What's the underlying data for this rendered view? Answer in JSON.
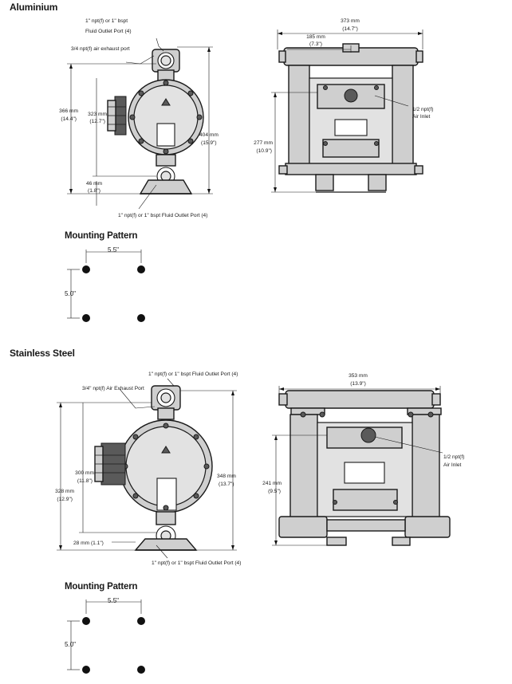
{
  "sections": {
    "aluminium": {
      "title": "Aluminium",
      "side": {
        "outlet_top": [
          "1\" npt(f) or 1\" bspt",
          "Fluid Outlet Port (4)"
        ],
        "exhaust": "3/4 npt(f) air exhaust port",
        "dim_overall": [
          "366 mm",
          "(14.4\")"
        ],
        "dim_center": [
          "323 mm",
          "(12.7\")"
        ],
        "dim_right": [
          "404 mm",
          "(15.9\")"
        ],
        "dim_base": [
          "46 mm",
          "(1.8\")"
        ],
        "outlet_bottom": "1\" npt(f) or 1\" bspt Fluid Outlet Port (4)"
      },
      "front": {
        "dim_width": [
          "373 mm",
          "(14.7\")"
        ],
        "dim_half": [
          "185 mm",
          "(7.3\")"
        ],
        "dim_height": [
          "277 mm",
          "(10.9\")"
        ],
        "air_inlet": [
          "1/2 npt(f)",
          "Air Inlet"
        ]
      },
      "mounting": {
        "title": "Mounting Pattern",
        "horizontal": "5.5\"",
        "vertical": "5.0\""
      }
    },
    "stainless": {
      "title": "Stainless Steel",
      "side": {
        "outlet_top": "1\" npt(f) or 1\" bspt Fluid Outlet Port (4)",
        "exhaust": "3/4\" npt(f) Air Exhaust Port",
        "dim_overall": [
          "328 mm",
          "(12.9\")"
        ],
        "dim_center": [
          "300 mm",
          "(11.8\")"
        ],
        "dim_right": [
          "348 mm",
          "(13.7\")"
        ],
        "dim_base": "28 mm (1.1\")",
        "outlet_bottom": "1\" npt(f) or 1\" bspt Fluid Outlet Port (4)"
      },
      "front": {
        "dim_width": [
          "353 mm",
          "(13.9\")"
        ],
        "dim_height": [
          "241 mm",
          "(9.5\")"
        ],
        "air_inlet": [
          "1/2 npt(f)",
          "Air Inlet"
        ]
      },
      "mounting": {
        "title": "Mounting Pattern",
        "horizontal": "5.5\"",
        "vertical": "5.0\""
      }
    }
  }
}
